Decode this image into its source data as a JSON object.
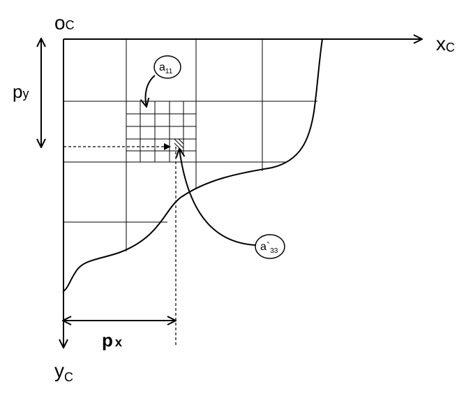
{
  "labels": {
    "origin_main": "o",
    "origin_sub": "C",
    "x_axis_main": "x",
    "x_axis_sub": "C",
    "y_axis_main": "y",
    "y_axis_sub": "C",
    "py_main": "p",
    "py_sub": "y",
    "px_main": "p",
    "px_sub": "x",
    "a11_main": "a",
    "a11_sub": "11",
    "a33_main": "a`",
    "a33_sub": "33"
  },
  "colors": {
    "stroke": "#000000",
    "background": "#ffffff"
  }
}
